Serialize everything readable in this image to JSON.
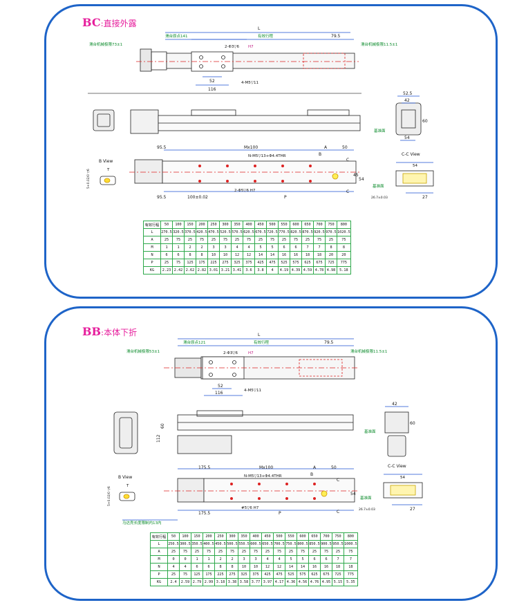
{
  "bc": {
    "code": "BC",
    "subtitle": ":直接外露",
    "dims": {
      "L": "L",
      "origin": "滑台原点141",
      "stroke": "有效行程",
      "dim79": "79.5",
      "left_limit": "滑台机械极限73±1",
      "right_limit": "滑台机械极限11.5±1",
      "pin": "2-Φ3▽6",
      "pin_tol": "H7",
      "screw": "4-M5▽11",
      "d52": "52",
      "d116": "116",
      "d52_5": "52.5",
      "d42": "42",
      "d60": "60",
      "d54": "54",
      "datum": "基准面",
      "d95_5a": "95.5",
      "mx100": "Mx100",
      "A": "A",
      "d50": "50",
      "nm5": "N-M5▽13+Φ4.4THR",
      "B": "B",
      "C": "C",
      "d45": "45",
      "d54b": "54",
      "d95_5b": "95.5",
      "d100": "100±0.02",
      "pin2": "2-Φ5▽6 H7",
      "P": "P",
      "bview": "B View",
      "T": "T",
      "bview_dim": "5+0.02/0 ▽6",
      "cc_view": "C-C View",
      "d54c": "54",
      "d26": "26.7±0.03",
      "d27": "27",
      "datum2": "基准面"
    },
    "table": {
      "header": [
        "有效行程",
        "50",
        "100",
        "150",
        "200",
        "250",
        "300",
        "350",
        "400",
        "450",
        "500",
        "550",
        "600",
        "650",
        "700",
        "750",
        "800"
      ],
      "rows": [
        [
          "L",
          "270.5",
          "320.5",
          "370.5",
          "420.5",
          "470.5",
          "520.5",
          "570.5",
          "620.5",
          "670.5",
          "720.5",
          "770.5",
          "820.5",
          "870.5",
          "920.5",
          "970.5",
          "1020.5"
        ],
        [
          "A",
          "25",
          "75",
          "25",
          "75",
          "25",
          "75",
          "25",
          "75",
          "25",
          "75",
          "25",
          "75",
          "25",
          "75",
          "25",
          "75"
        ],
        [
          "M",
          "1",
          "1",
          "2",
          "2",
          "3",
          "3",
          "4",
          "4",
          "5",
          "5",
          "6",
          "6",
          "7",
          "7",
          "8",
          "8"
        ],
        [
          "N",
          "6",
          "6",
          "8",
          "8",
          "10",
          "10",
          "12",
          "12",
          "14",
          "14",
          "16",
          "16",
          "18",
          "18",
          "20",
          "20"
        ],
        [
          "P",
          "25",
          "75",
          "125",
          "175",
          "225",
          "275",
          "325",
          "375",
          "425",
          "475",
          "525",
          "575",
          "625",
          "675",
          "725",
          "775"
        ],
        [
          "KG",
          "2.23",
          "2.42",
          "2.62",
          "2.82",
          "3.01",
          "3.21",
          "3.41",
          "3.6",
          "3.8",
          "4",
          "4.19",
          "4.39",
          "4.59",
          "4.78",
          "4.98",
          "5.18"
        ]
      ]
    }
  },
  "bb": {
    "code": "BB",
    "subtitle": ":本体下折",
    "dims": {
      "L": "L",
      "origin": "滑台原点121",
      "stroke": "有效行程",
      "dim79": "79.5",
      "left_limit": "滑台机械极限53±1",
      "right_limit": "滑台机械极限11.5±1",
      "pin": "2-Φ3▽6",
      "pin_tol": "H7",
      "screw": "4-M5▽11",
      "d52": "52",
      "d116": "116",
      "d42": "42",
      "d60a": "60",
      "d112": "112",
      "d60b": "60",
      "datum": "基准面",
      "d175_5a": "175.5",
      "mx100": "Mx100",
      "A": "A",
      "d50": "50",
      "nm5": "N-M5▽13+Φ4.4THR",
      "B": "B",
      "C": "C",
      "d54": "54",
      "d175_5b": "175.5",
      "pin2": "#5▽6 H7",
      "P": "P",
      "bview": "B View",
      "T": "T",
      "bview_dim": "5+0.02/0 ▽6",
      "note": "马达壳长度限制内13内",
      "cc_view": "C-C View",
      "d54c": "54",
      "d26": "26.7±0.03",
      "d27": "27",
      "datum2": "基准面"
    },
    "table": {
      "header": [
        "有效行程",
        "50",
        "100",
        "150",
        "200",
        "250",
        "300",
        "350",
        "400",
        "450",
        "500",
        "550",
        "600",
        "650",
        "700",
        "750",
        "800"
      ],
      "rows": [
        [
          "L",
          "250.5",
          "300.5",
          "350.5",
          "400.5",
          "450.5",
          "500.5",
          "550.5",
          "600.5",
          "650.5",
          "700.5",
          "750.5",
          "800.5",
          "850.5",
          "900.5",
          "950.5",
          "1000.5"
        ],
        [
          "A",
          "25",
          "75",
          "25",
          "75",
          "25",
          "75",
          "25",
          "75",
          "25",
          "75",
          "25",
          "75",
          "25",
          "75",
          "25",
          "75"
        ],
        [
          "M",
          "0",
          "0",
          "1",
          "1",
          "2",
          "2",
          "3",
          "3",
          "4",
          "4",
          "5",
          "5",
          "6",
          "6",
          "7",
          "7"
        ],
        [
          "N",
          "4",
          "4",
          "6",
          "6",
          "8",
          "8",
          "10",
          "10",
          "12",
          "12",
          "14",
          "14",
          "16",
          "16",
          "18",
          "18"
        ],
        [
          "P",
          "25",
          "75",
          "125",
          "175",
          "225",
          "275",
          "325",
          "375",
          "425",
          "475",
          "525",
          "575",
          "625",
          "675",
          "725",
          "775"
        ],
        [
          "KG",
          "2.4",
          "2.59",
          "2.79",
          "2.99",
          "3.18",
          "3.38",
          "3.58",
          "3.77",
          "3.97",
          "4.17",
          "4.36",
          "4.56",
          "4.76",
          "4.95",
          "5.15",
          "5.35"
        ]
      ]
    }
  }
}
